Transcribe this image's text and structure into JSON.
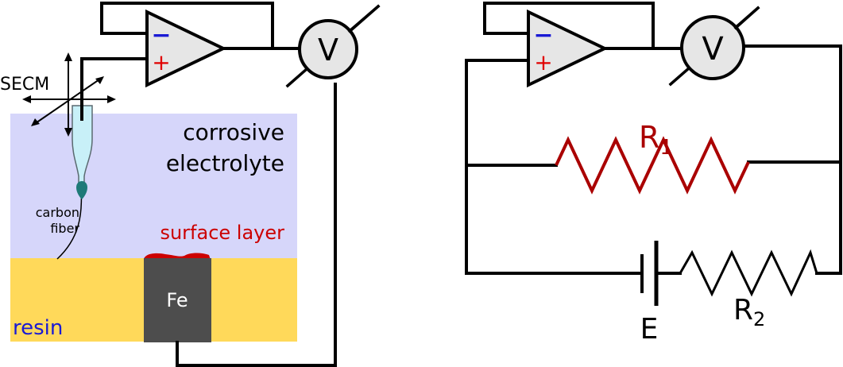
{
  "left_panel": {
    "secm_label": "SECM",
    "electrolyte_line1": "corrosive",
    "electrolyte_line2": "electrolyte",
    "carbon_line1": "carbon",
    "carbon_line2": "fiber",
    "surface_layer_label": "surface layer",
    "resin_label": "resin",
    "electrode_label": "Fe",
    "voltmeter_label": "V",
    "opamp_minus": "−",
    "opamp_plus": "+"
  },
  "right_panel": {
    "voltmeter_label": "V",
    "opamp_minus": "−",
    "opamp_plus": "+",
    "r1_label": "R",
    "r1_sub": "1",
    "r2_label": "R",
    "r2_sub": "2",
    "battery_label": "E"
  },
  "colors": {
    "electrolyte": "#d6d6fa",
    "resin": "#ffd95a",
    "electrode": "#4d4d4d",
    "surface_layer": "#cc0000",
    "resistor_r1": "#aa0000",
    "minus_sign": "#1a1ad4",
    "plus_sign": "#e00000",
    "resin_text": "#1a1ad4",
    "opamp_fill": "#e6e6e6",
    "probe_glass": "#c8f0f8",
    "probe_tip": "#1e7a78"
  }
}
